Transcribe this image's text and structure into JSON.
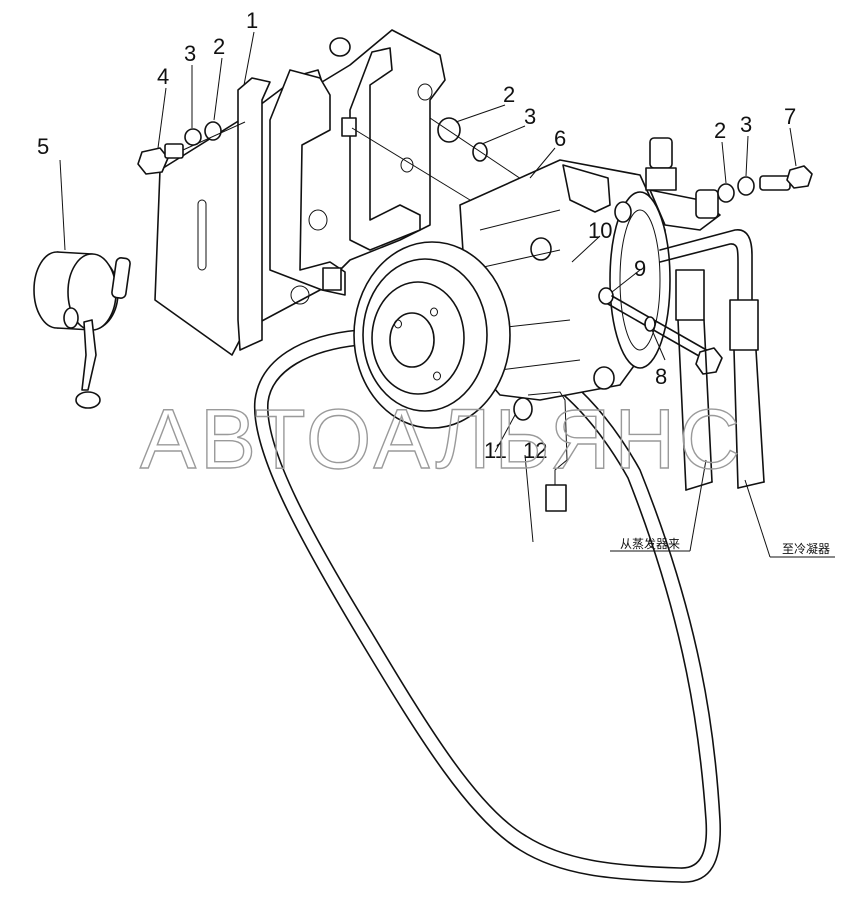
{
  "callouts": {
    "c1": "1",
    "c2a": "2",
    "c2b": "2",
    "c2c": "2",
    "c3a": "3",
    "c3b": "3",
    "c3c": "3",
    "c4": "4",
    "c5": "5",
    "c6": "6",
    "c7": "7",
    "c8": "8",
    "c9": "9",
    "c10": "10",
    "c11": "11",
    "c12": "12"
  },
  "annotations": {
    "from_evaporator": "从蒸发器来",
    "to_condenser": "至冷凝器"
  },
  "watermark": "АВТОАЛЬЯНС"
}
